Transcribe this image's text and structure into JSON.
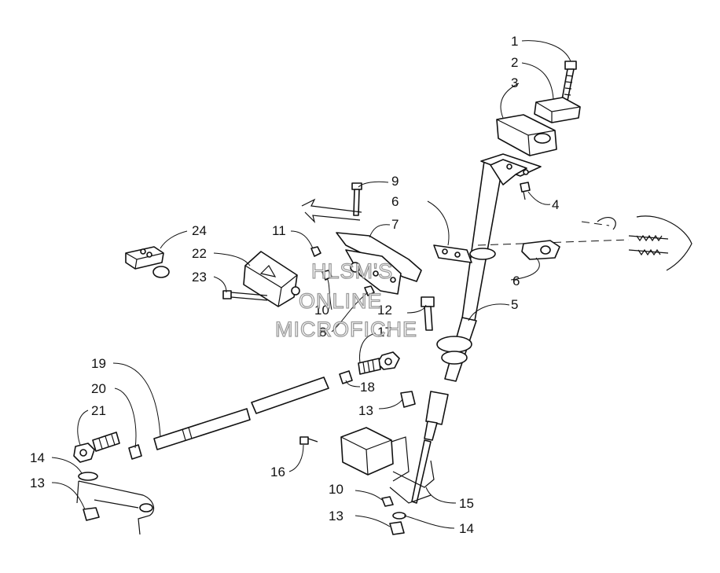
{
  "watermark": [
    "HLSM'S",
    "ONLINE",
    "MICROFICHE"
  ],
  "callouts": [
    "1",
    "2",
    "3",
    "4",
    "5",
    "6",
    "6",
    "7",
    "8",
    "9",
    "10",
    "10",
    "11",
    "12",
    "13",
    "13",
    "13",
    "14",
    "14",
    "15",
    "16",
    "17",
    "18",
    "19",
    "20",
    "21",
    "22",
    "23",
    "24"
  ]
}
